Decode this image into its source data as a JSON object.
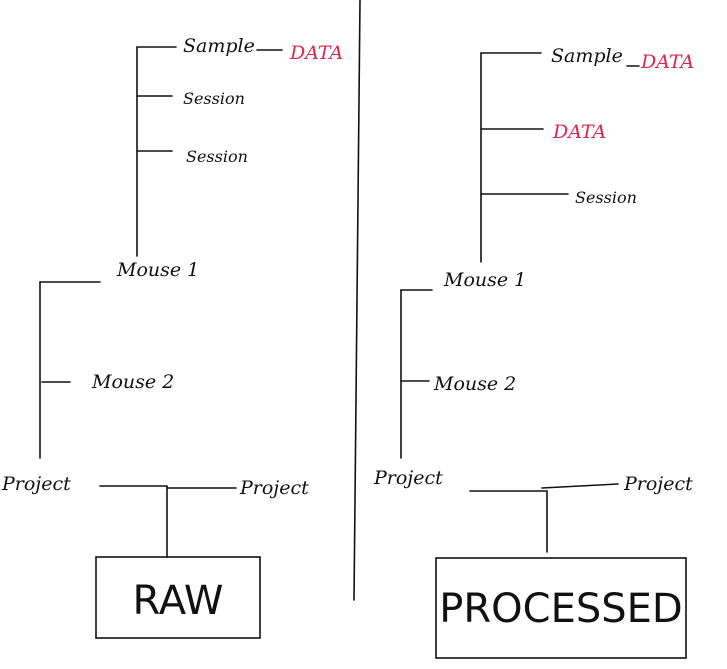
{
  "colors": {
    "ink": "#111111",
    "data": "#e0254a"
  },
  "raw": {
    "root_box": "RAW",
    "project_left": "Project",
    "project_right": "Project",
    "mouse1": "Mouse 1",
    "mouse2": "Mouse 2",
    "sample": "Sample",
    "data": "DATA",
    "session_1": "Session",
    "session_2": "Session"
  },
  "processed": {
    "root_box": "PROCESSED",
    "project_left": "Project",
    "project_right": "Project",
    "mouse1": "Mouse 1",
    "mouse2": "Mouse 2",
    "sample": "Sample",
    "data_sample": "DATA",
    "data_branch": "DATA",
    "session": "Session"
  }
}
